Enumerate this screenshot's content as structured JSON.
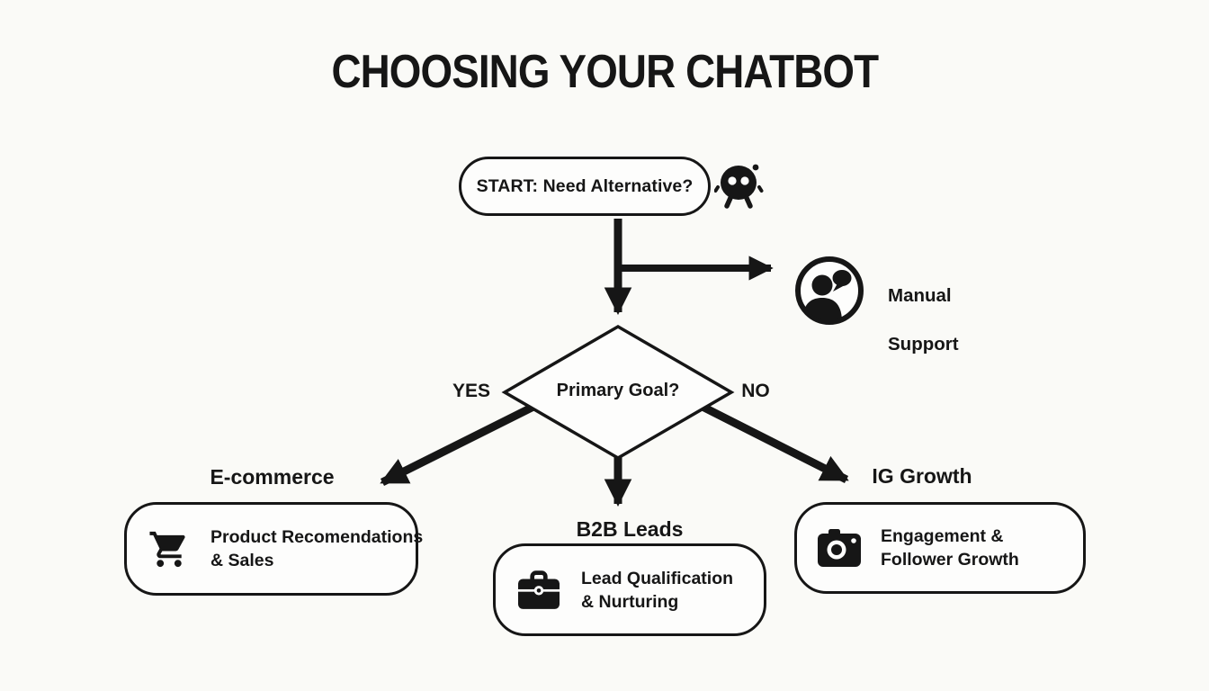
{
  "title": "CHOOSING YOUR CHATBOT",
  "colors": {
    "ink": "#161616",
    "background": "#fafaf7",
    "node_fill": "#fdfdfc"
  },
  "flow": {
    "start_label": "START: Need Alternative?",
    "robot_icon": "robot-icon",
    "decision_label": "Primary Goal?",
    "yes_label": "YES",
    "no_label": "NO",
    "manual_support": {
      "icon": "person-speech-bubble-icon",
      "line1": "Manual",
      "line2": "Support"
    }
  },
  "branches": [
    {
      "label": "E-commerce",
      "icon": "shopping-cart-icon",
      "line1": "Product Recomendations",
      "line2": "& Sales"
    },
    {
      "label": "B2B Leads",
      "icon": "briefcase-icon",
      "line1": "Lead Qualification",
      "line2": "& Nurturing"
    },
    {
      "label": "IG Growth",
      "icon": "camera-icon",
      "line1": "Engagement &",
      "line2": "Follower Growth"
    }
  ]
}
